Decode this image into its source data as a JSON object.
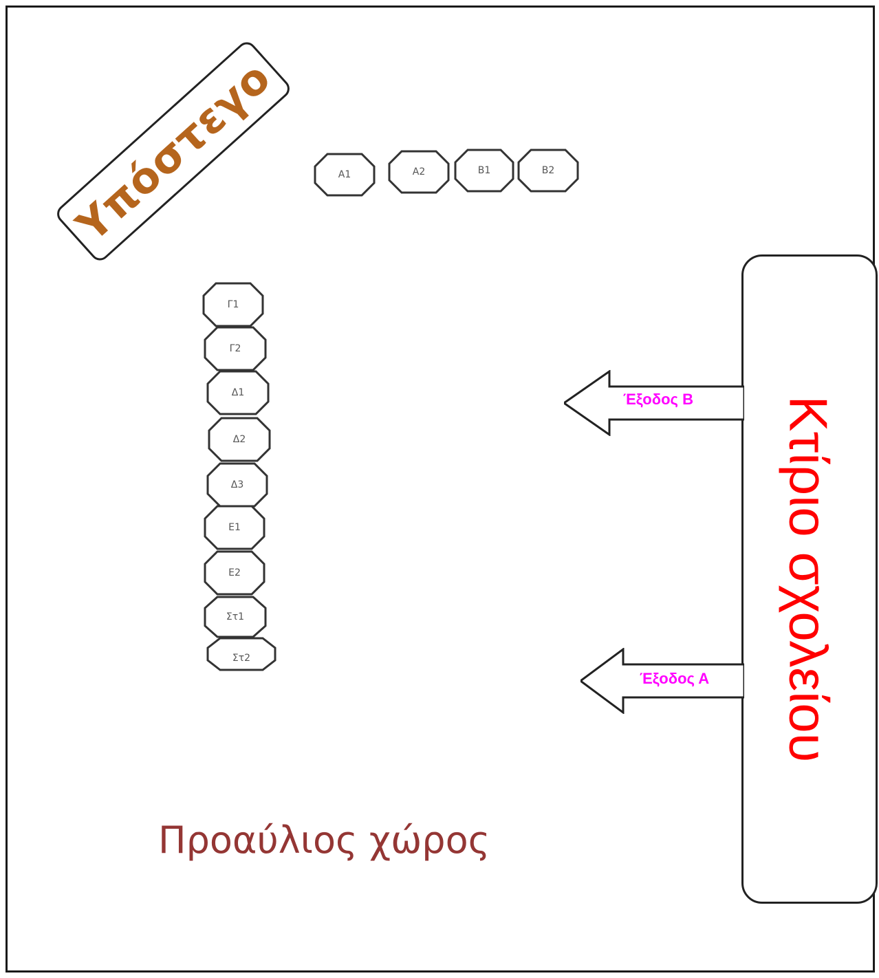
{
  "shed": {
    "label": "Υπόστεγο"
  },
  "building": {
    "label": "Κτίριο σχολείου"
  },
  "courtyard": {
    "label": "Προαύλιος χώρος"
  },
  "exits": [
    {
      "label": "Έξοδος Β"
    },
    {
      "label": "Έξοδος Α"
    }
  ],
  "classes_row": [
    "Α1",
    "Α2",
    "Β1",
    "Β2"
  ],
  "classes_column": [
    "Γ1",
    "Γ2",
    "Δ1",
    "Δ2",
    "Δ3",
    "Ε1",
    "Ε2",
    "Στ1",
    "Στ2"
  ],
  "colors": {
    "shed_text": "#b5651d",
    "building_text": "#ff0000",
    "courtyard_text": "#943634",
    "exit_text": "#ff00ff"
  }
}
